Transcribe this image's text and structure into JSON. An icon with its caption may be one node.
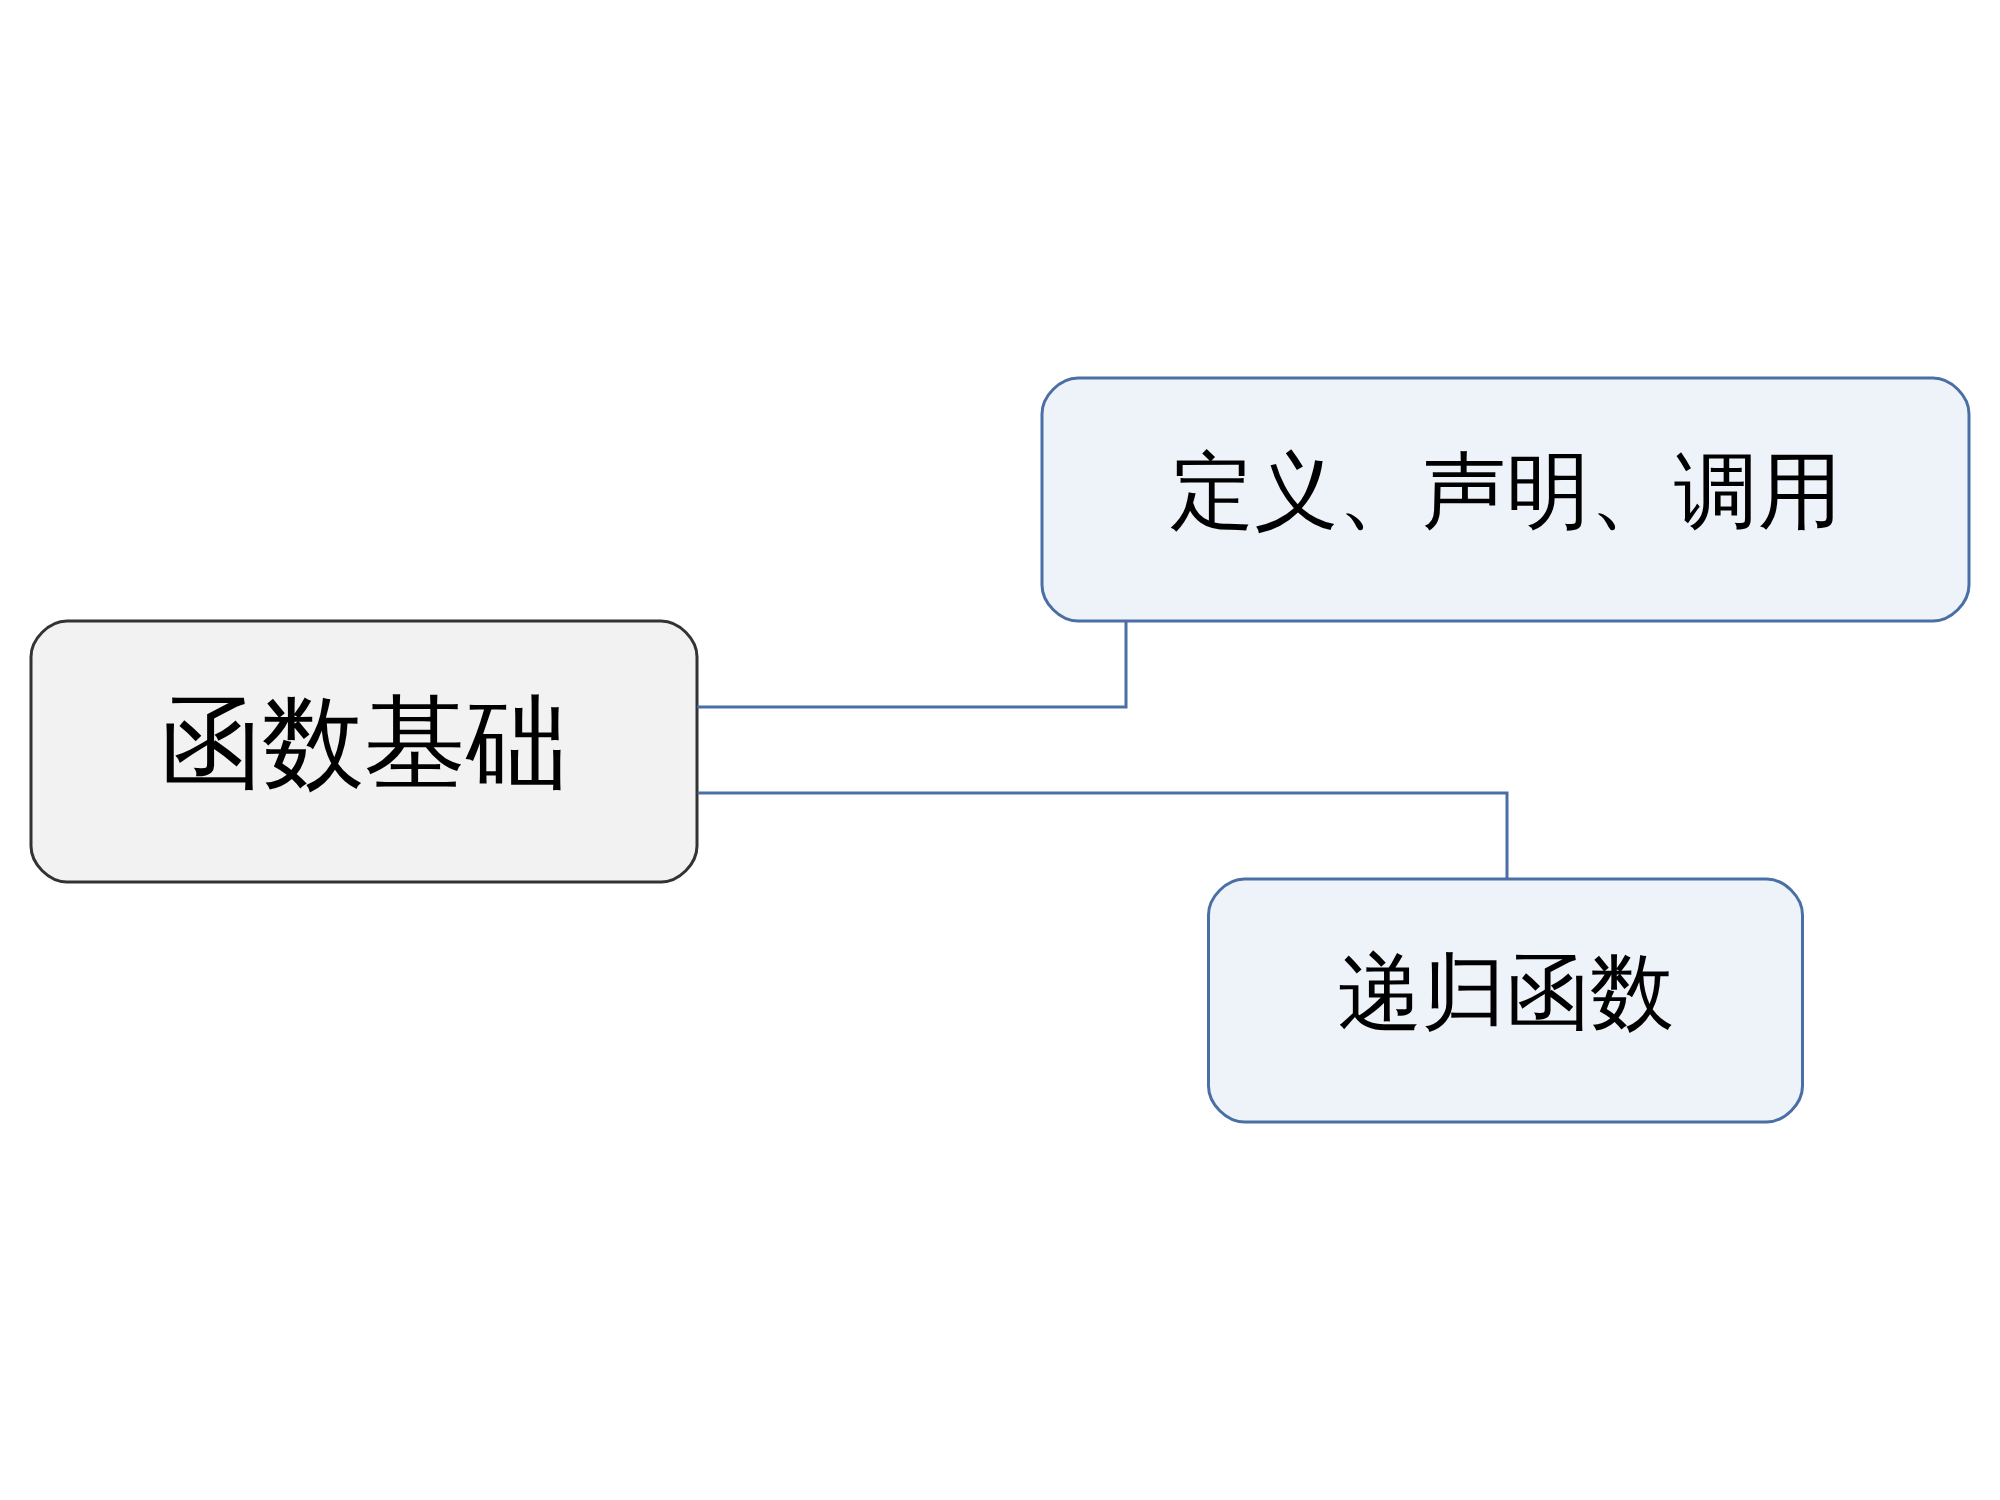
{
  "diagram": {
    "nodes": [
      {
        "text": [
          "函数基础"
        ]
      },
      {
        "text": [
          "定义、声明、调用"
        ]
      },
      {
        "text": [
          "递归函数"
        ]
      }
    ],
    "edges": [
      {
        "from": 0,
        "to": 1,
        "arrow": "none"
      },
      {
        "from": 0,
        "to": 2,
        "arrow": "none"
      }
    ]
  }
}
